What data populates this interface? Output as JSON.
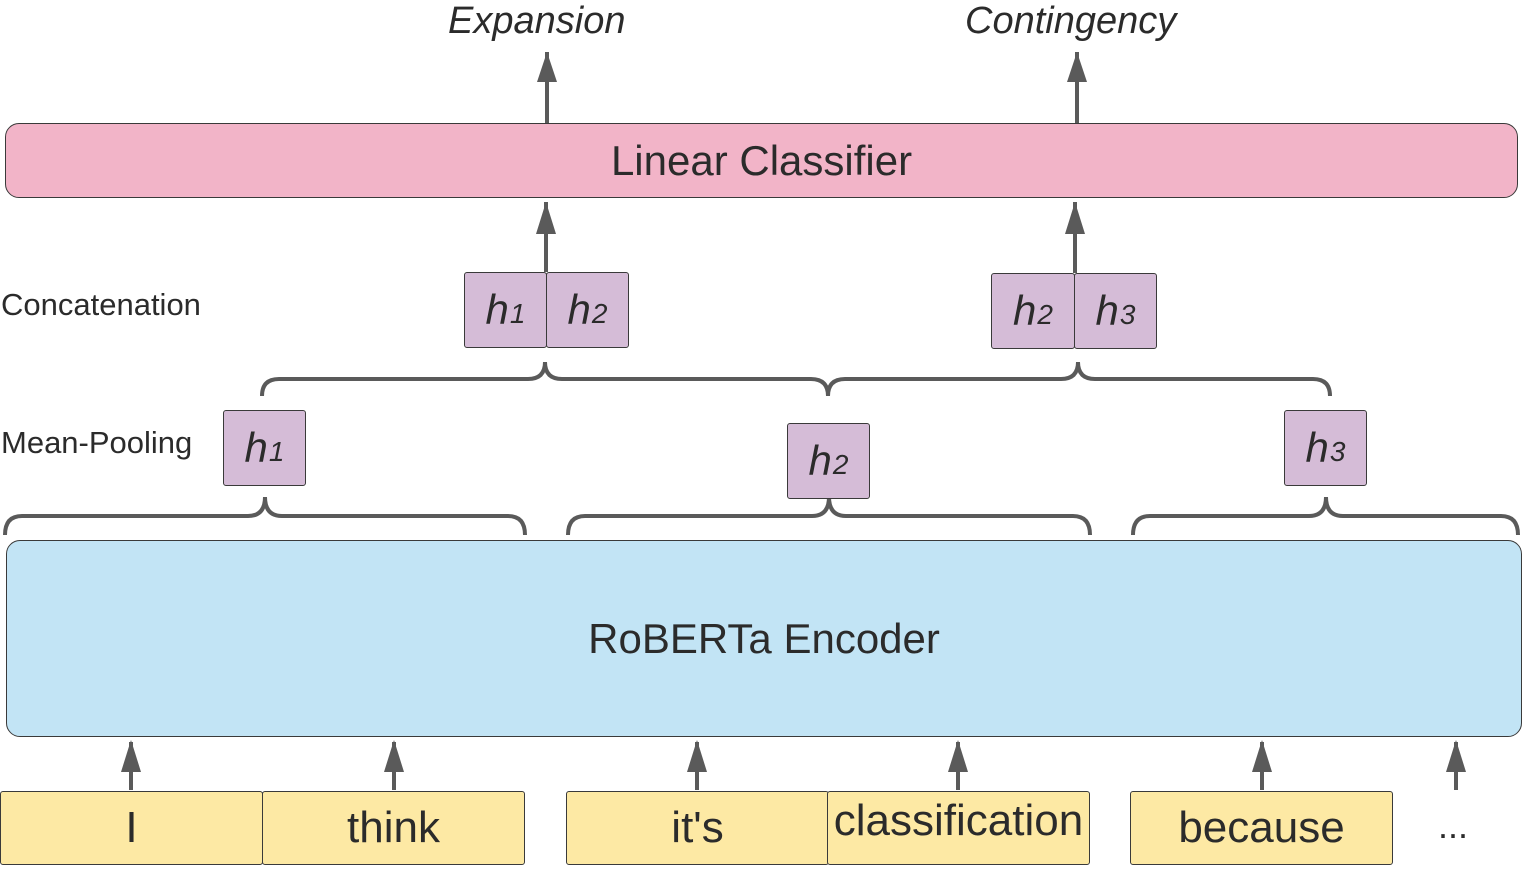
{
  "outputs": {
    "left": "Expansion",
    "right": "Contingency"
  },
  "classifier": {
    "label": "Linear Classifier"
  },
  "encoder": {
    "label": "RoBERTa Encoder"
  },
  "labels": {
    "concatenation": "Concatenation",
    "mean_pooling": "Mean-Pooling"
  },
  "concat_pairs": [
    {
      "first": {
        "var": "h",
        "sub": "1"
      },
      "second": {
        "var": "h",
        "sub": "2"
      }
    },
    {
      "first": {
        "var": "h",
        "sub": "2"
      },
      "second": {
        "var": "h",
        "sub": "3"
      }
    }
  ],
  "pooled": [
    {
      "var": "h",
      "sub": "1"
    },
    {
      "var": "h",
      "sub": "2"
    },
    {
      "var": "h",
      "sub": "3"
    }
  ],
  "tokens": [
    "I",
    "think",
    "it's",
    "classification",
    "because"
  ],
  "ellipsis": "...",
  "colors": {
    "classifier": "#f2b4c8",
    "encoder": "#c2e4f5",
    "hidden": "#d5bcd7",
    "token": "#fde9a4",
    "connector": "#5a5a5a"
  }
}
